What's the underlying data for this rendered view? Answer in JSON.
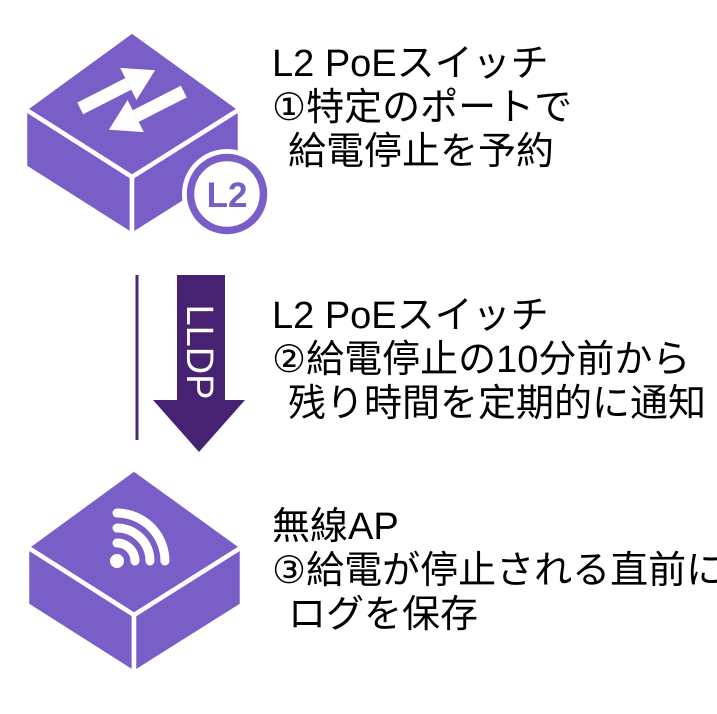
{
  "colors": {
    "box_purple": "#7a5ec8",
    "arrow_dark_purple": "#472272",
    "connector_line_purple": "#4a2776",
    "badge_purple": "#7a5ec8",
    "text_black": "#000000",
    "glyph_white": "#ffffff"
  },
  "steps": [
    {
      "icon": "l2-poe-switch-isometric-icon",
      "badge_label": "L2",
      "title": "L2 PoEスイッチ",
      "lines": [
        "①特定のポートで",
        "給電停止を予約"
      ]
    },
    {
      "icon": "lldp-down-arrow-icon",
      "arrow_label": "LLDP",
      "title": "L2 PoEスイッチ",
      "lines": [
        "②給電停止の10分前から",
        "残り時間を定期的に通知"
      ]
    },
    {
      "icon": "wireless-ap-isometric-icon",
      "title": "無線AP",
      "lines": [
        "③給電が停止される直前に",
        "ログを保存"
      ]
    }
  ]
}
